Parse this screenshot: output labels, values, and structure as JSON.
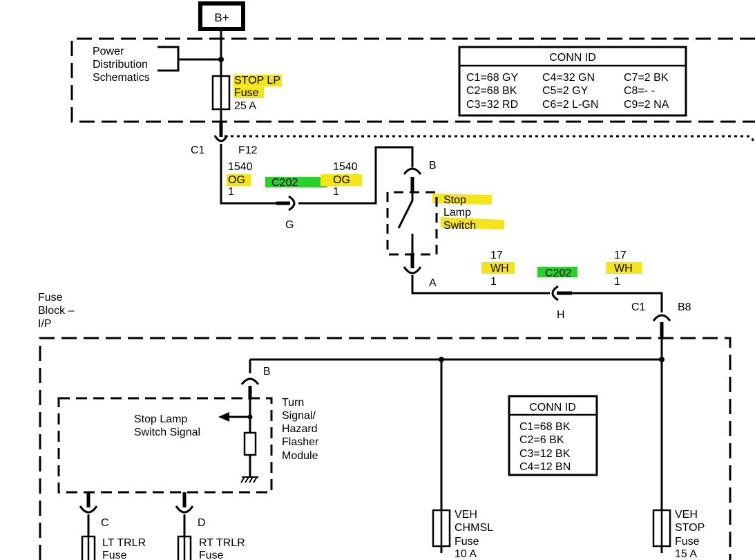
{
  "power": {
    "label": "B+"
  },
  "power_dist": {
    "lines": [
      "Power",
      "Distribution",
      "Schematics"
    ]
  },
  "stop_lp_fuse": {
    "lines": [
      "STOP LP",
      "Fuse",
      "25 A"
    ]
  },
  "conn_id_top": {
    "title": "CONN ID",
    "rows": [
      [
        "C1=68 GY",
        "C4=32 GN",
        "C7=2 BK"
      ],
      [
        "C2=68 BK",
        "C5=2 GY",
        "C8=- -"
      ],
      [
        "C3=32 RD",
        "C6=2 L-GN",
        "C9=2 NA"
      ]
    ]
  },
  "c1_top": "C1",
  "f12": "F12",
  "wire_1540_left": {
    "circuit": "1540",
    "color": "OG",
    "num": "1"
  },
  "c202_top": "C202",
  "wire_1540_right": {
    "circuit": "1540",
    "color": "OG",
    "num": "1"
  },
  "pin_g": "G",
  "pin_b_switch": "B",
  "pin_a_switch": "A",
  "stop_lamp_switch": {
    "lines": [
      "Stop",
      "Lamp",
      "Switch"
    ]
  },
  "wire_17_left": {
    "circuit": "17",
    "color": "WH",
    "num": "1"
  },
  "c202_mid": "C202",
  "wire_17_right": {
    "circuit": "17",
    "color": "WH",
    "num": "1"
  },
  "pin_h": "H",
  "c1_mid": "C1",
  "b8": "B8",
  "fuse_block": {
    "lines": [
      "Fuse",
      "Block –",
      "I/P"
    ]
  },
  "pin_b_flasher": "B",
  "flasher_module": {
    "lines": [
      "Turn",
      "Signal/",
      "Hazard",
      "Flasher",
      "Module"
    ]
  },
  "stop_lamp_signal": {
    "lines": [
      "Stop Lamp",
      "Switch Signal"
    ]
  },
  "conn_id_bottom": {
    "title": "CONN ID",
    "rows": [
      "C1=68 BK",
      "C2=6 BK",
      "C3=12 BK",
      "C4=12 BN"
    ]
  },
  "pin_c": "C",
  "pin_d": "D",
  "lt_trlr_fuse": {
    "lines": [
      "LT TRLR",
      "Fuse"
    ]
  },
  "rt_trlr_fuse": {
    "lines": [
      "RT TRLR",
      "Fuse"
    ]
  },
  "veh_chmsl_fuse": {
    "lines": [
      "VEH",
      "CHMSL",
      "Fuse",
      "10 A"
    ]
  },
  "veh_stop_fuse": {
    "lines": [
      "VEH",
      "STOP",
      "Fuse",
      "15 A"
    ]
  },
  "colors": {
    "highlight_yellow": "#f6e41a",
    "highlight_green": "#2bd12b",
    "ink": "#000000"
  }
}
